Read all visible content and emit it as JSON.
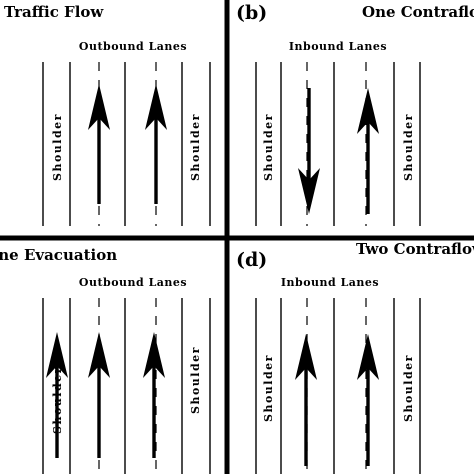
{
  "panels": {
    "a": {
      "title": "Traffic Flow",
      "lanes_label": "Outbound Lanes",
      "shoulder_left": "Shoulder",
      "shoulder_right": "Shoulder"
    },
    "b": {
      "letter": "(b)",
      "title": "One Contraflow",
      "lanes_label": "Inbound Lanes",
      "shoulder_left": "Shoulder",
      "shoulder_right": "Shoulder"
    },
    "c": {
      "title": "Lane Evacuation",
      "lanes_label": "Outbound Lanes",
      "shoulder_left": "Shoulder",
      "shoulder_right": "Shoulder"
    },
    "d": {
      "letter": "(d)",
      "title": "Two Contraflow",
      "lanes_label": "Inbound Lanes",
      "shoulder_left": "Shoulder",
      "shoulder_right": "Shoulder"
    }
  },
  "arrows": {
    "a": [
      "up",
      "up"
    ],
    "b": [
      "down",
      "up"
    ],
    "c": [
      "up",
      "up",
      "up"
    ],
    "d": [
      "up",
      "up"
    ]
  }
}
